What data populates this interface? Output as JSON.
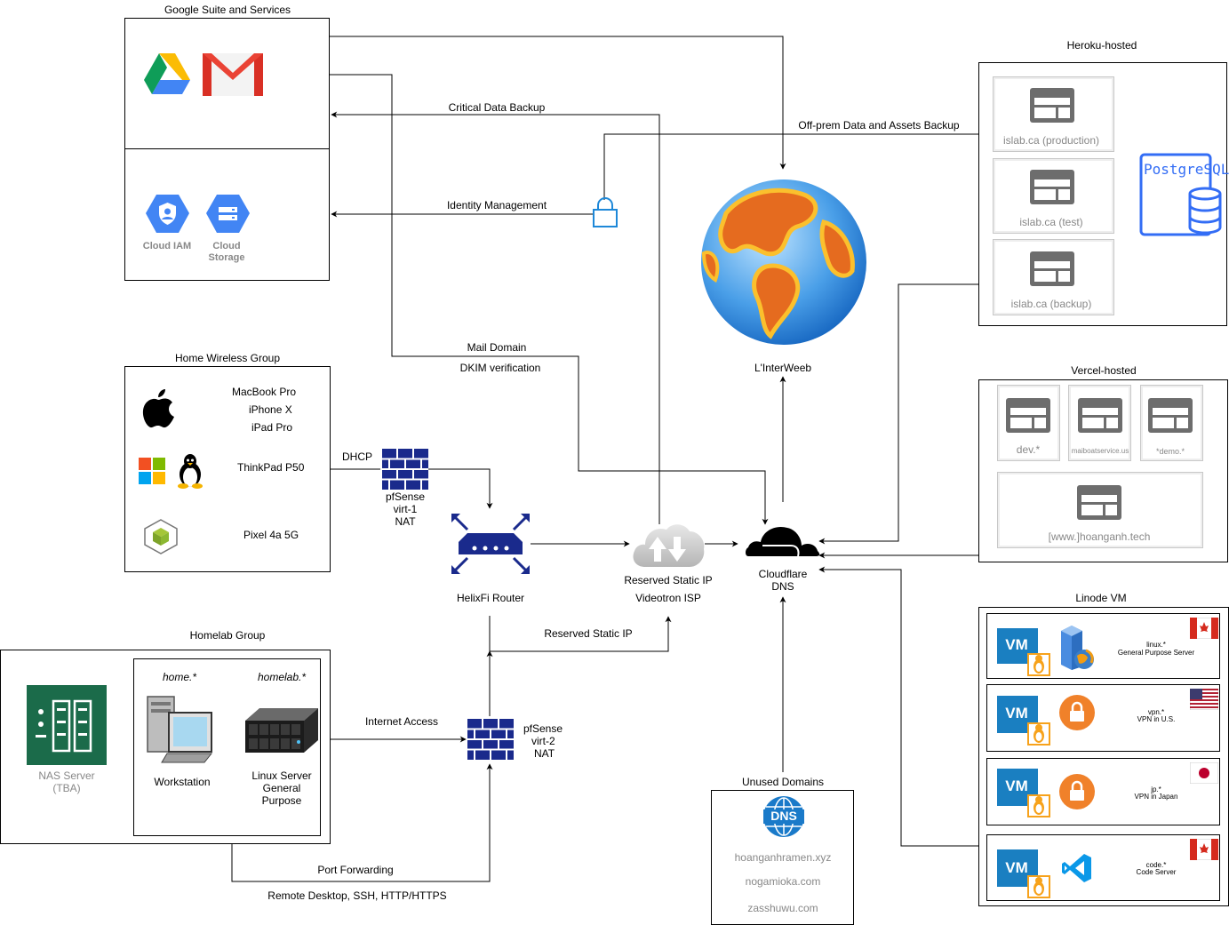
{
  "groups": {
    "google": "Google Suite and Services",
    "heroku": "Heroku-hosted",
    "wireless": "Home Wireless Group",
    "vercel": "Vercel-hosted",
    "homelab": "Homelab Group",
    "linode": "Linode VM",
    "unused": "Unused Domains"
  },
  "google": {
    "iam": [
      "Cloud IAM"
    ],
    "storage": [
      "Cloud",
      "Storage"
    ]
  },
  "edges": {
    "critical_backup": "Critical Data Backup",
    "offprem_backup": "Off-prem Data and Assets Backup",
    "identity": "Identity Management",
    "mail_domain": "Mail Domain",
    "dkim": "DKIM verification",
    "dhcp": "DHCP",
    "reserved_ip": "Reserved Static IP",
    "internet_access": "Internet Access",
    "port_forwarding": "Port Forwarding",
    "remote": "Remote Desktop, SSH, HTTP/HTTPS"
  },
  "heroku": {
    "apps": [
      "islab.ca (production)",
      "islab.ca (test)",
      "islab.ca (backup)"
    ],
    "db": "PostgreSQL"
  },
  "internet": "L'InterWeeb",
  "wireless": {
    "apple_devices": [
      "MacBook Pro",
      "iPhone X",
      "iPad Pro"
    ],
    "thinkpad": "ThinkPad P50",
    "pixel": "Pixel 4a 5G"
  },
  "vercel": {
    "apps": [
      "dev.*",
      "maiboatservice.us",
      "*demo.*",
      "[www.]hoanganh.tech"
    ]
  },
  "pfsense1": [
    "pfSense",
    "virt-1",
    "NAT"
  ],
  "pfsense2": [
    "pfSense",
    "virt-2",
    "NAT"
  ],
  "router": "HelixFi Router",
  "isp": [
    "Reserved Static IP",
    "Videotron ISP"
  ],
  "cloudflare": [
    "Cloudflare",
    "DNS"
  ],
  "homelab": {
    "nas": [
      "NAS Server",
      "(TBA)"
    ],
    "home_domain": "home.*",
    "homelab_domain": "homelab.*",
    "workstation": "Workstation",
    "linux_server": [
      "Linux Server",
      "General",
      "Purpose"
    ]
  },
  "linode": {
    "vm_label": "VM",
    "vms": [
      {
        "domain": "linux.*",
        "desc": "General Purpose Server",
        "flag": "canada"
      },
      {
        "domain": "vpn.*",
        "desc": "VPN in U.S.",
        "flag": "usa"
      },
      {
        "domain": "jp.*",
        "desc": "VPN in Japan",
        "flag": "japan"
      },
      {
        "domain": "code.*",
        "desc": "Code Server",
        "flag": "canada"
      }
    ]
  },
  "dns_icon": "DNS",
  "unused": {
    "domains": [
      "hoanganhramen.xyz",
      "nogamioka.com",
      "zasshuwu.com"
    ]
  },
  "colors": {
    "blue_router": "#1a2a8c",
    "gcp_blue": "#4285f4",
    "postgres": "#336df5",
    "vm_blue": "#1a7fc1",
    "linux_orange": "#f7a21b"
  }
}
